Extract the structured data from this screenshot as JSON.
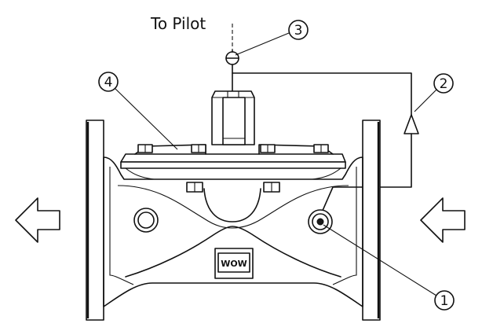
{
  "diagram": {
    "pilot_label": "To Pilot",
    "callouts": [
      {
        "id": "1"
      },
      {
        "id": "2"
      },
      {
        "id": "3"
      },
      {
        "id": "4"
      }
    ],
    "body_mark": "WOW",
    "line_color": "#111111",
    "background": "#ffffff",
    "icons": [
      "flow-arrow-left-icon",
      "flow-arrow-inlet-icon",
      "needle-valve-icon",
      "strainer-triangle-icon"
    ]
  }
}
